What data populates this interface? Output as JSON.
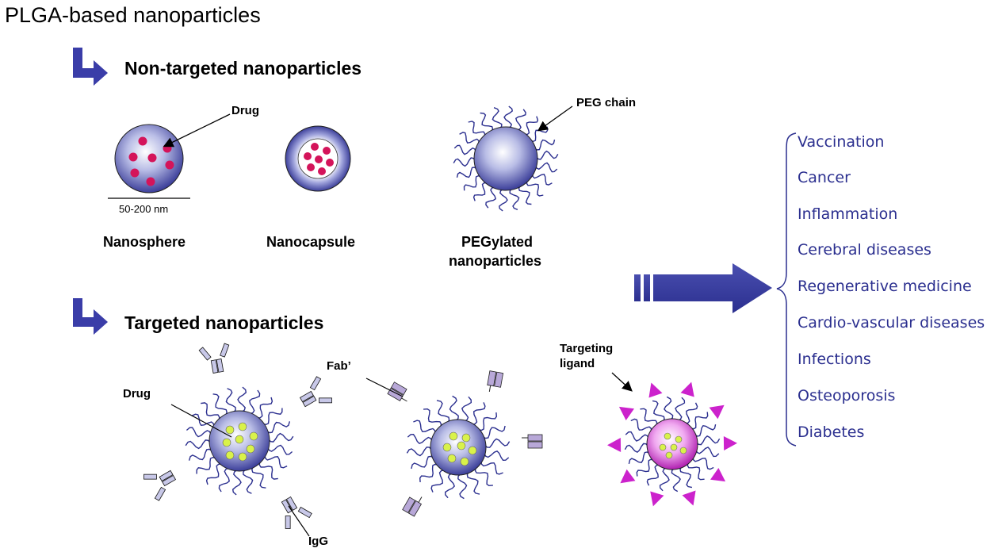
{
  "title": "PLGA-based nanoparticles",
  "sections": {
    "non_targeted": "Non-targeted nanoparticles",
    "targeted": "Targeted nanoparticles"
  },
  "particles": {
    "nanosphere": "Nanosphere",
    "nanocapsule": "Nanocapsule",
    "pegylated_line1": "PEGylated",
    "pegylated_line2": "nanoparticles"
  },
  "annotations": {
    "drug_top": "Drug",
    "scale": "50-200 nm",
    "peg_chain": "PEG chain",
    "drug_bottom": "Drug",
    "igg": "IgG",
    "fab": "Fab’",
    "targeting_line1": "Targeting",
    "targeting_line2": "ligand"
  },
  "applications": [
    "Vaccination",
    "Cancer",
    "Inflammation",
    "Cerebral diseases",
    "Regenerative medicine",
    "Cardio-vascular diseases",
    "Infections",
    "Osteoporosis",
    "Diabetes"
  ],
  "colors": {
    "accent_blue": "#2b2f8f",
    "drug_red": "#d4145a",
    "drug_green": "#d9f24a",
    "ligand_magenta": "#cc22cc"
  }
}
